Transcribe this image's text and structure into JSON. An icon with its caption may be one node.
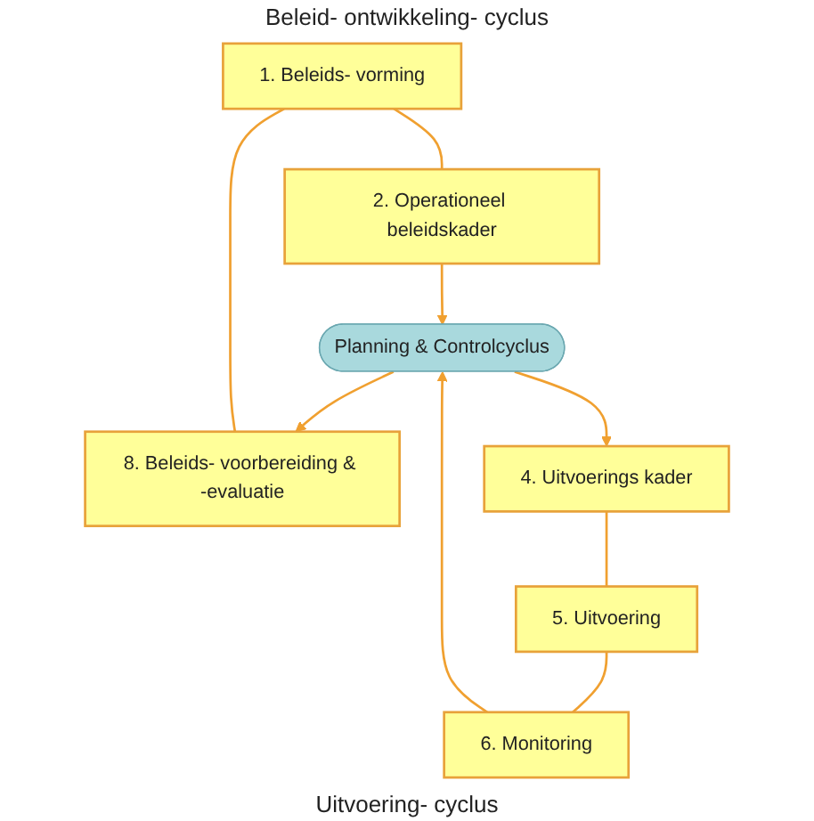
{
  "diagram": {
    "nodes": [
      {
        "text": [
          "1. Beleids- vorming"
        ]
      },
      {
        "text": [
          "2. Operationeel beleidskader"
        ]
      },
      {
        "text": [
          "8. Beleids- voorbereiding & -evaluatie"
        ]
      },
      {
        "text": [
          "Planning & Controlcyclus"
        ]
      },
      {
        "text": [
          "4. Uitvoerings kader"
        ]
      },
      {
        "text": [
          "6. Monitoring"
        ]
      },
      {
        "text": [
          "5. Uitvoering"
        ]
      }
    ],
    "edges": [
      {
        "from": 2,
        "to": 0,
        "arrow": "none"
      },
      {
        "from": 0,
        "to": 1,
        "arrow": "none"
      },
      {
        "from": 1,
        "to": 3,
        "arrow": "to"
      },
      {
        "from": 3,
        "to": 2,
        "arrow": "to"
      },
      {
        "from": 5,
        "to": 3,
        "arrow": "to"
      },
      {
        "from": 3,
        "to": 4,
        "arrow": "to"
      },
      {
        "from": 4,
        "to": 6,
        "arrow": "none"
      },
      {
        "from": 6,
        "to": 5,
        "arrow": "none"
      }
    ],
    "labels": [
      "Beleid- ontwikkeling- cyclus",
      "Uitvoering- cyclus"
    ]
  }
}
